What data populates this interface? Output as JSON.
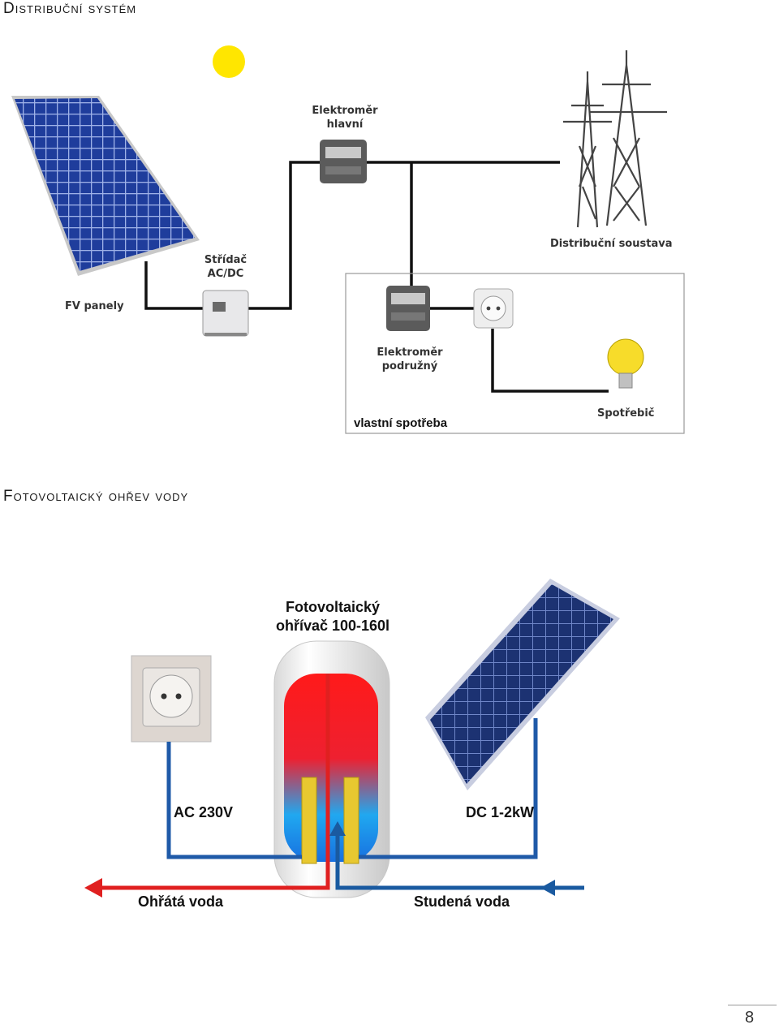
{
  "section1": {
    "heading": "Distribuční systém",
    "labels": {
      "meter_main": "Elektroměr\nhlavní",
      "meter_main_l1": "Elektroměr",
      "meter_main_l2": "hlavní",
      "inverter_l1": "Střídač",
      "inverter_l2": "AC/DC",
      "panels": "FV panely",
      "grid": "Distribuční soustava",
      "meter_sub_l1": "Elektroměr",
      "meter_sub_l2": "podružný",
      "own_use": "vlastní spotřeba",
      "appliance": "Spotřebič"
    }
  },
  "section2": {
    "heading": "Fotovoltaický ohřev vody",
    "labels": {
      "heater_l1": "Fotovoltaický",
      "heater_l2": "ohřívač 100-160l",
      "ac": "AC 230V",
      "dc": "DC 1-2kW",
      "hot": "Ohřátá voda",
      "cold": "Studená voda"
    }
  },
  "page_number": "8",
  "colors": {
    "panel_blue": "#1f3d9c",
    "wire": "#111111",
    "hot_red": "#e02020",
    "cold_blue": "#1a5aa0",
    "sun": "#ffe600"
  }
}
